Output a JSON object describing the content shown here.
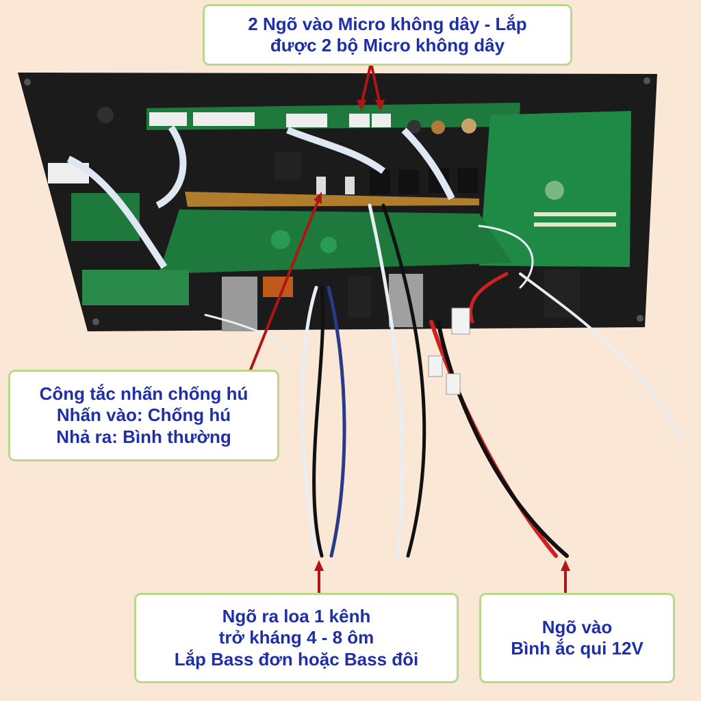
{
  "callouts": {
    "mic": {
      "lines": [
        "2 Ngõ vào Micro không dây - Lắp",
        "được 2 bộ Micro không dây"
      ]
    },
    "feedback": {
      "lines": [
        "Công tắc nhấn chống hú",
        "Nhấn vào: Chống hú",
        "Nhả ra: Bình thường"
      ]
    },
    "speaker": {
      "lines": [
        "Ngõ ra loa 1 kênh",
        "trở kháng 4 - 8 ôm",
        "Lắp Bass đơn hoặc Bass đôi"
      ]
    },
    "battery": {
      "lines": [
        "Ngõ vào",
        "Bình ắc qui 12V"
      ]
    }
  },
  "colors": {
    "background": "#fbe7d6",
    "callout_text": "#1f2fa8",
    "callout_border": "#b9d98a",
    "arrow": "#b01515",
    "board_green": "#1d7a3c",
    "panel_black": "#1b1b1b"
  }
}
